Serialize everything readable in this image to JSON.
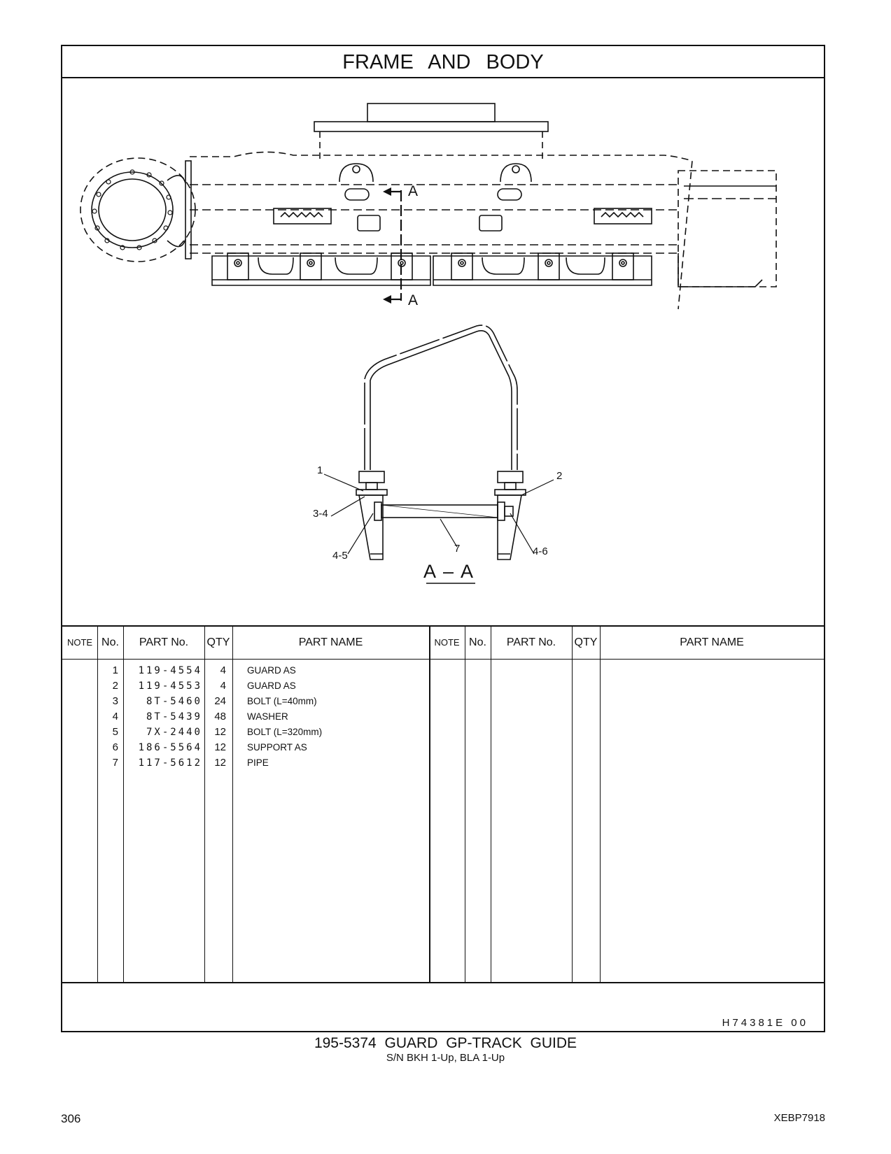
{
  "section_title": "FRAME AND BODY",
  "drawing": {
    "section_marker": "A",
    "section_view_label": "A – A",
    "callouts": [
      "1",
      "2",
      "3-4",
      "4-5",
      "7",
      "4-6"
    ]
  },
  "parts_table": {
    "headers": {
      "note": "NOTE",
      "no": "No.",
      "part_no": "PART No.",
      "qty": "QTY",
      "part_name": "PART NAME"
    },
    "rows": [
      {
        "no": "1",
        "part_no": "119-4554",
        "qty": "4",
        "name": "GUARD  AS"
      },
      {
        "no": "2",
        "part_no": "119-4553",
        "qty": "4",
        "name": "GUARD  AS"
      },
      {
        "no": "3",
        "part_no": "8T-5460",
        "qty": "24",
        "name": "BOLT (L=40mm)"
      },
      {
        "no": "4",
        "part_no": "8T-5439",
        "qty": "48",
        "name": "WASHER"
      },
      {
        "no": "5",
        "part_no": "7X-2440",
        "qty": "12",
        "name": "BOLT (L=320mm)"
      },
      {
        "no": "6",
        "part_no": "186-5564",
        "qty": "12",
        "name": "SUPPORT  AS"
      },
      {
        "no": "7",
        "part_no": "117-5612",
        "qty": "12",
        "name": "PIPE"
      }
    ]
  },
  "reference_code": "H74381E  00",
  "group_title": "195-5374  GUARD  GP-TRACK  GUIDE",
  "group_serial": "S/N BKH 1-Up, BLA 1-Up",
  "page_number": "306",
  "document_id": "XEBP7918"
}
